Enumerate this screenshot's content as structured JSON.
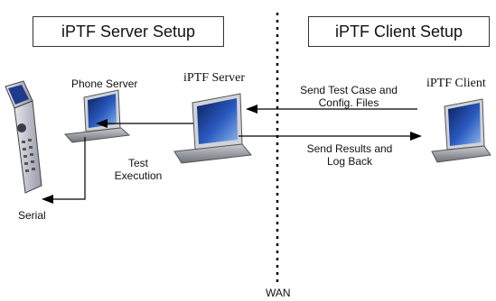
{
  "sections": {
    "server_setup": "iPTF Server Setup",
    "client_setup": "iPTF Client Setup"
  },
  "nodes": {
    "phone_server": "Phone Server",
    "iptf_server": "iPTF Server",
    "iptf_client": "iPTF Client",
    "serial": "Serial",
    "wan": "WAN"
  },
  "flows": {
    "test_execution_line1": "Test",
    "test_execution_line2": "Execution",
    "send_test_line1": "Send Test Case and",
    "send_test_line2": "Config. Files",
    "send_results_line1": "Send Results and",
    "send_results_line2": "Log Back"
  },
  "colors": {
    "arrow": "#000000",
    "screen": "#1c3f8f",
    "laptop_body": "#8e939a"
  },
  "icons": [
    "mobile-phone-icon",
    "laptop-icon"
  ]
}
